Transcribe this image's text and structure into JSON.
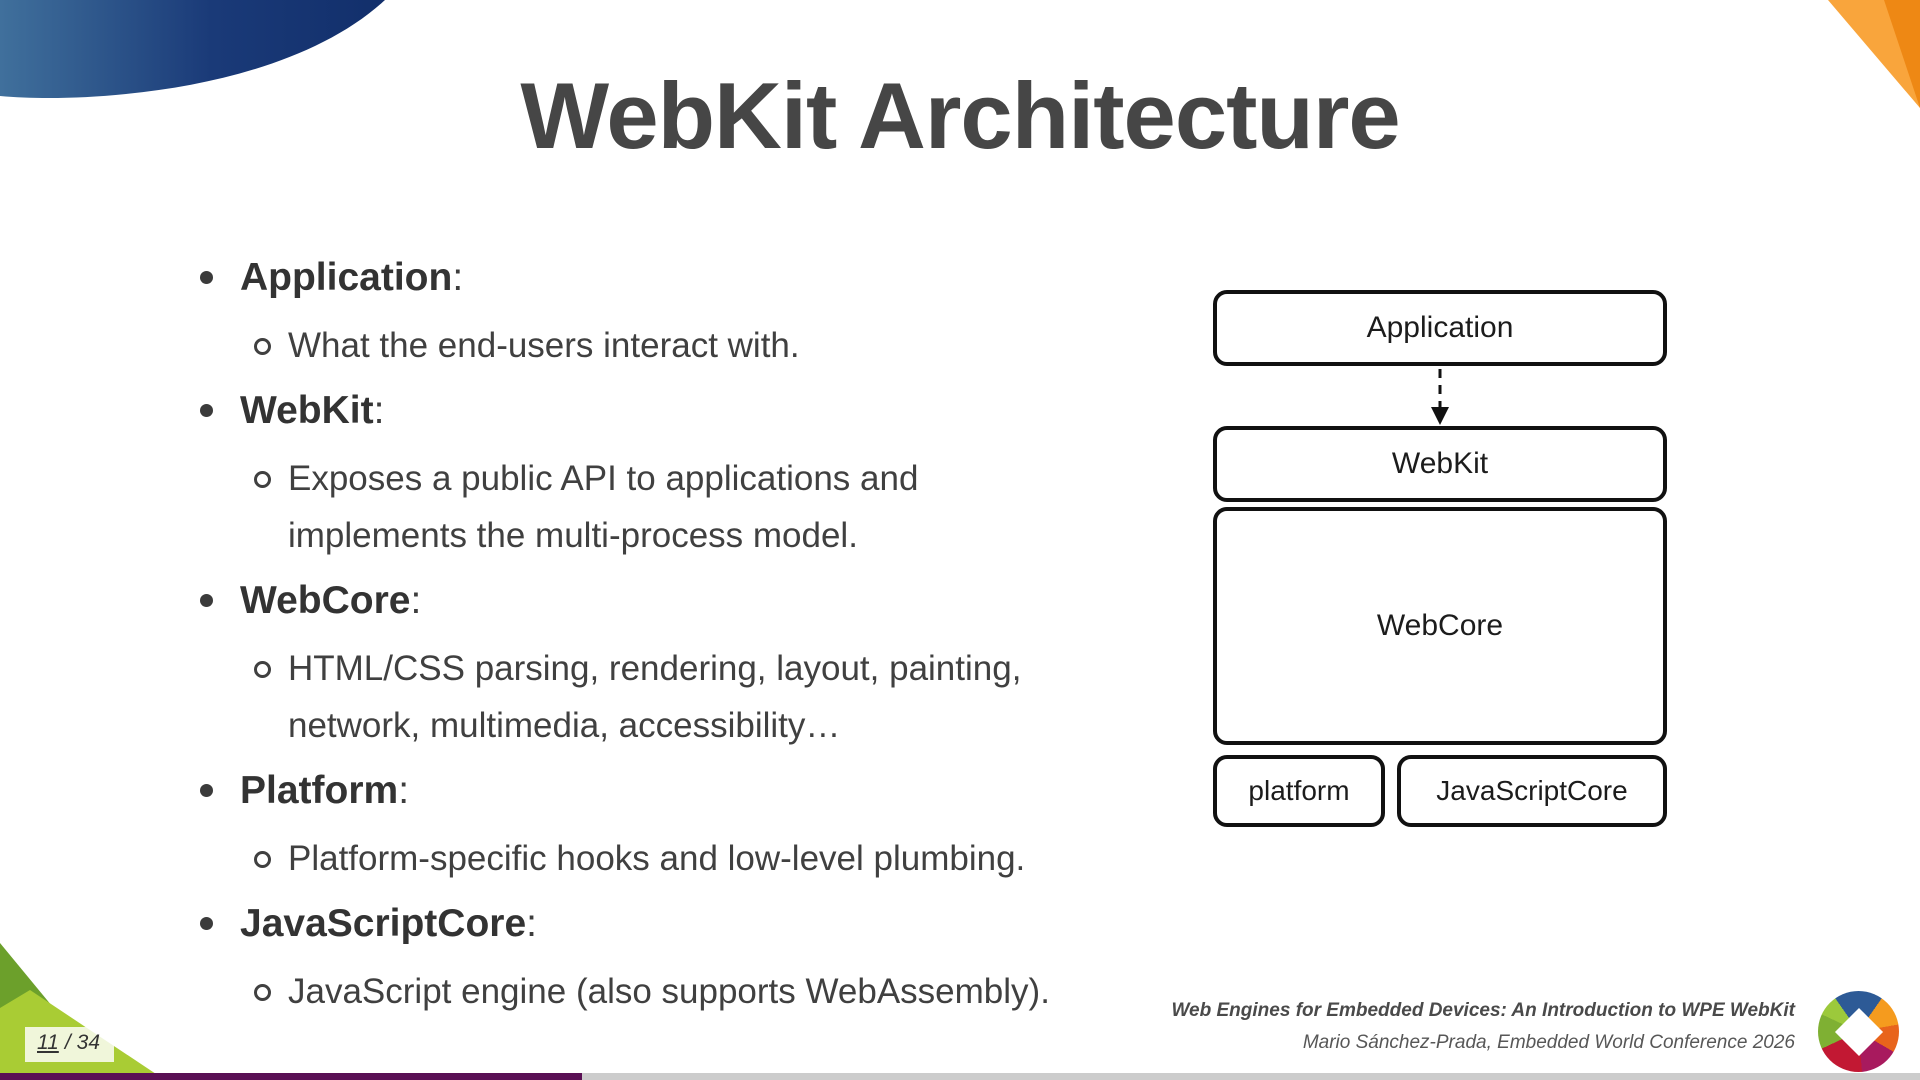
{
  "slide": {
    "title": "WebKit Architecture",
    "bullets": [
      {
        "term": "Application",
        "suffix": ":",
        "detail": "What the end-users interact with."
      },
      {
        "term": "WebKit",
        "suffix": ":",
        "detail": "Exposes a public API to applications and implements the multi-process model."
      },
      {
        "term": "WebCore",
        "suffix": ":",
        "detail": "HTML/CSS parsing, rendering, layout, painting, network, multimedia, accessibility…"
      },
      {
        "term": "Platform",
        "suffix": ":",
        "detail": "Platform-specific hooks and low-level plumbing."
      },
      {
        "term": "JavaScriptCore",
        "suffix": ":",
        "detail": "JavaScript engine (also supports WebAssembly)."
      }
    ],
    "diagram": {
      "application": "Application",
      "webkit": "WebKit",
      "webcore": "WebCore",
      "platform": "platform",
      "javascriptcore": "JavaScriptCore"
    },
    "footer": {
      "line1": "Web Engines for Embedded Devices: An Introduction to WPE WebKit",
      "line2": "Mario Sánchez-Prada, Embedded World Conference 2026"
    },
    "page": {
      "current": "11",
      "separator": "/",
      "total": "34"
    },
    "icons": {
      "logo": "igalia-logo"
    },
    "colors": {
      "title_text": "#464646",
      "body_text": "#404040",
      "swoosh_blue_light": "#40709c",
      "swoosh_blue_dark": "#122f6b",
      "corner_orange_light": "#f9a53c",
      "corner_orange_dark": "#ee8814",
      "corner_green_dark": "#6ca02b",
      "corner_green_light": "#a9cc34",
      "progress_purple": "#5a1054",
      "progress_gray": "#cccccc"
    }
  }
}
